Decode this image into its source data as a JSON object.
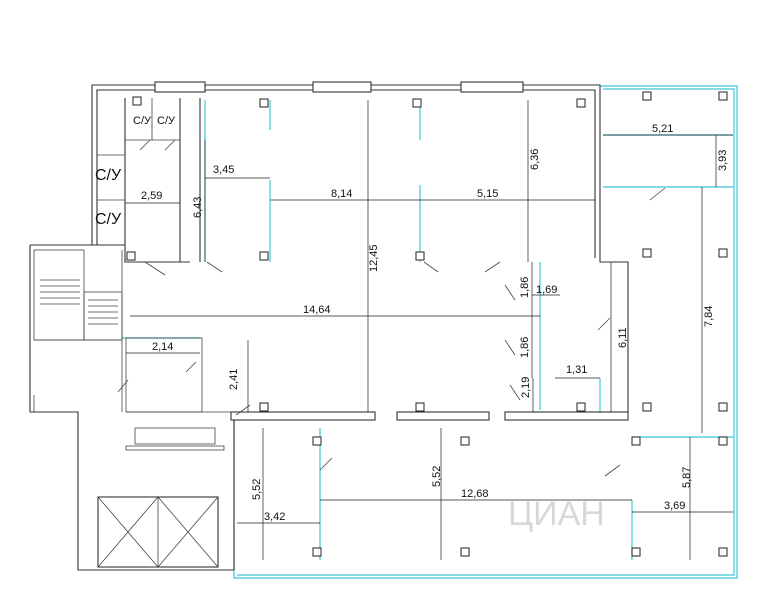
{
  "rooms": {
    "wc_small_1": "С/У",
    "wc_small_2": "С/У",
    "wc_left_1": "С/У",
    "wc_left_2": "С/У"
  },
  "dimensions": {
    "d_3_45": "3,45",
    "d_6_43": "6,43",
    "d_2_59": "2,59",
    "d_8_14": "8,14",
    "d_12_45": "12,45",
    "d_6_36": "6,36",
    "d_5_15": "5,15",
    "d_5_21": "5,21",
    "d_3_93": "3,93",
    "d_7_84": "7,84",
    "d_14_64": "14,64",
    "d_1_86_a": "1,86",
    "d_1_69": "1,69",
    "d_1_86_b": "1,86",
    "d_6_11": "6,11",
    "d_1_31": "1,31",
    "d_2_19": "2,19",
    "d_2_14": "2,14",
    "d_2_41": "2,41",
    "d_5_52_a": "5,52",
    "d_5_52_b": "5,52",
    "d_3_42": "3,42",
    "d_12_68": "12,68",
    "d_5_87": "5,87",
    "d_3_69": "3,69"
  },
  "watermark": "ЦИАН"
}
